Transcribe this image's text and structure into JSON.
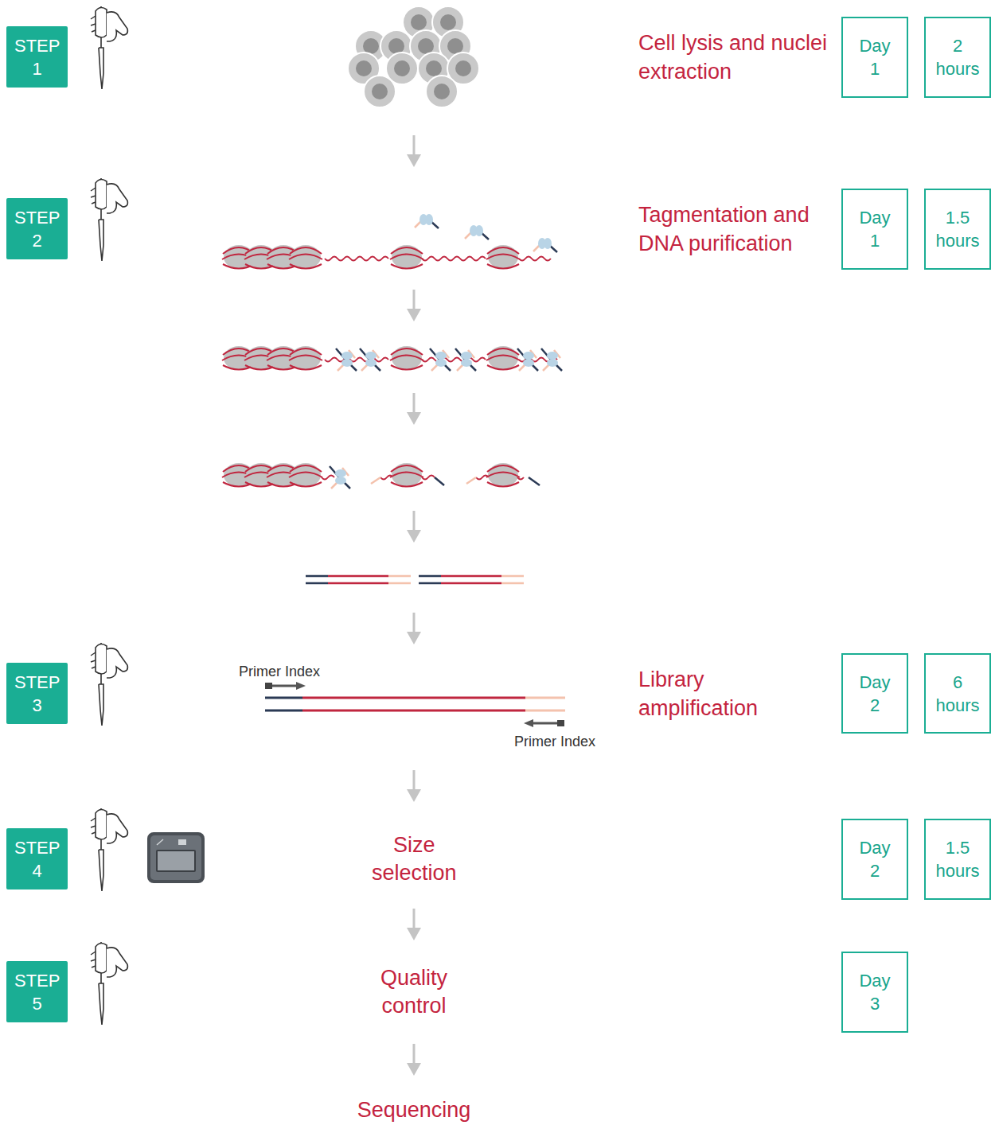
{
  "diagram": {
    "nodes": [
      {
        "text": [
          "STEP 1"
        ]
      },
      {
        "text": [
          "Day 1"
        ]
      },
      {
        "text": [
          "2 hours"
        ]
      },
      {
        "text": [
          "STEP 2"
        ]
      },
      {
        "text": [
          "Day 1"
        ]
      },
      {
        "text": [
          "1.5 hours"
        ]
      },
      {
        "text": [
          "STEP 3"
        ]
      },
      {
        "text": [
          "Day 2"
        ]
      },
      {
        "text": [
          "6 hours"
        ]
      },
      {
        "text": [
          "STEP 4"
        ]
      },
      {
        "text": [
          "Day 2"
        ]
      },
      {
        "text": [
          "1.5 hours"
        ]
      },
      {
        "text": [
          "STEP 5"
        ]
      },
      {
        "text": [
          "Day 3"
        ]
      }
    ],
    "labels": [
      "Cell lysis and nuclei extraction",
      "Tagmentation and DNA purification",
      "Primer Index",
      "Primer Index",
      "Library amplification",
      "Size selection",
      "Quality control",
      "Sequencing"
    ]
  }
}
